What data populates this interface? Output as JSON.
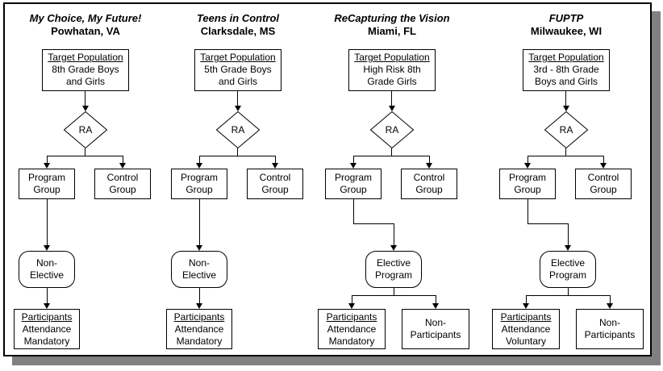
{
  "style": {
    "background": "#ffffff",
    "line_color": "#000000",
    "shadow_color": "#808080"
  },
  "columns": [
    {
      "title": "My Choice, My Future!",
      "location": "Powhatan, VA",
      "target": {
        "heading": "Target Population",
        "detail": "8th Grade Boys\nand Girls"
      },
      "ra": "RA",
      "program_group": "Program\nGroup",
      "control_group": "Control\nGroup",
      "path_type": "non-elective",
      "path_label": "Non-\nElective",
      "outcome": {
        "heading": "Participants",
        "detail": "Attendance\nMandatory"
      }
    },
    {
      "title": "Teens in Control",
      "location": "Clarksdale, MS",
      "target": {
        "heading": "Target Population",
        "detail": "5th Grade Boys\nand Girls"
      },
      "ra": "RA",
      "program_group": "Program\nGroup",
      "control_group": "Control\nGroup",
      "path_type": "non-elective",
      "path_label": "Non-\nElective",
      "outcome": {
        "heading": "Participants",
        "detail": "Attendance\nMandatory"
      }
    },
    {
      "title": "ReCapturing the Vision",
      "location": "Miami, FL",
      "target": {
        "heading": "Target Population",
        "detail": "High Risk 8th\nGrade Girls"
      },
      "ra": "RA",
      "program_group": "Program\nGroup",
      "control_group": "Control\nGroup",
      "path_type": "elective",
      "path_label": "Elective\nProgram",
      "outcome": {
        "heading": "Participants",
        "detail": "Attendance\nMandatory"
      },
      "non_participants": "Non-\nParticipants"
    },
    {
      "title": "FUPTP",
      "location": "Milwaukee, WI",
      "target": {
        "heading": "Target Population",
        "detail": "3rd - 8th Grade\nBoys and Girls"
      },
      "ra": "RA",
      "program_group": "Program\nGroup",
      "control_group": "Control\nGroup",
      "path_type": "elective",
      "path_label": "Elective\nProgram",
      "outcome": {
        "heading": "Participants",
        "detail": "Attendance\nVoluntary"
      },
      "non_participants": "Non-\nParticipants"
    }
  ]
}
